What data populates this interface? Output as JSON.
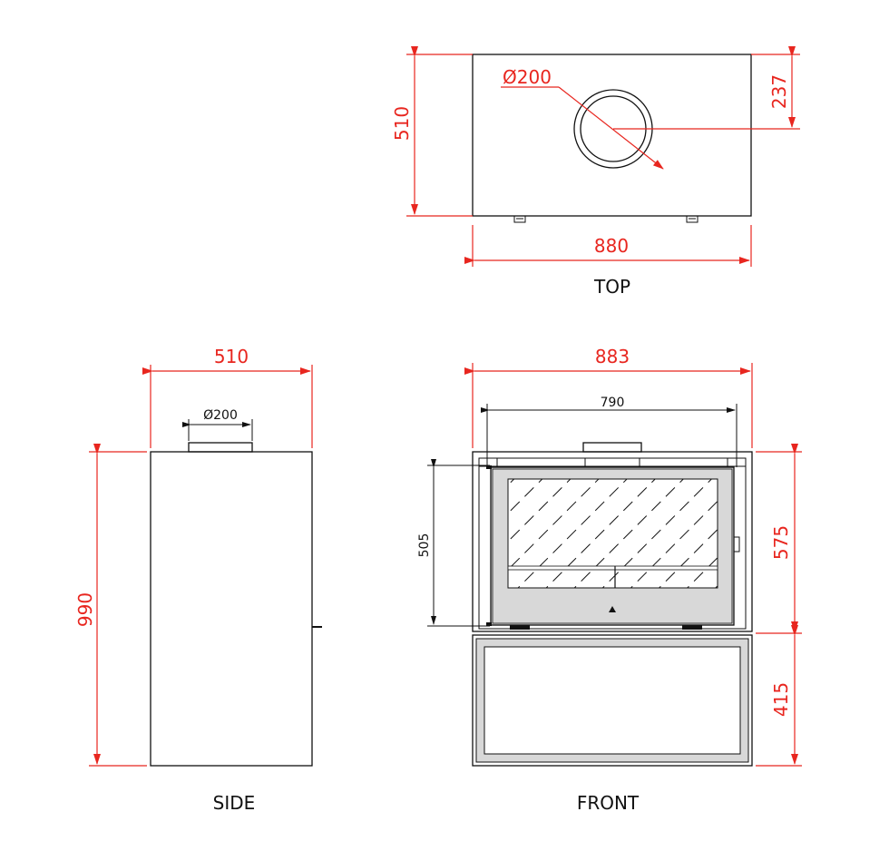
{
  "views": {
    "top": {
      "label": "TOP",
      "dim_width": "880",
      "dim_depth": "510",
      "dim_flue_offset": "237",
      "flue_diameter": "Ø200"
    },
    "side": {
      "label": "SIDE",
      "dim_width": "510",
      "dim_height": "990",
      "flue_diameter": "Ø200"
    },
    "front": {
      "label": "FRONT",
      "dim_width": "883",
      "dim_inner_width": "790",
      "dim_door_height": "505",
      "dim_upper_height": "575",
      "dim_lower_height": "415"
    }
  },
  "colors": {
    "dimension": "#e8261f",
    "outline": "#111111",
    "panel_fill": "#d8d8d8"
  }
}
